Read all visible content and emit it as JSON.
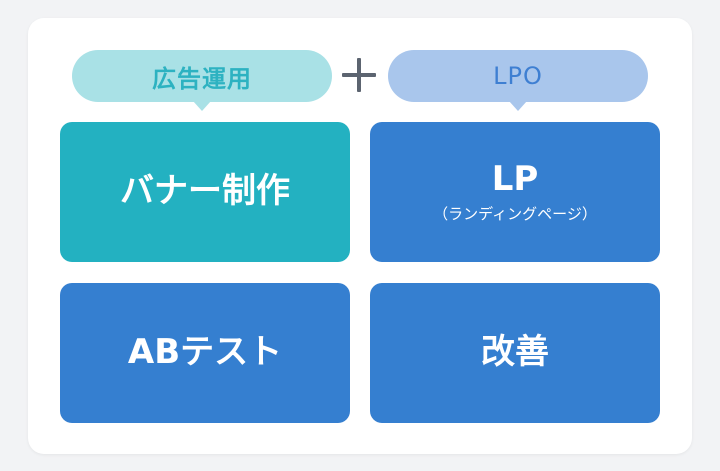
{
  "pills": {
    "left_label": "広告運用",
    "right_label": "LPO"
  },
  "operator": "plus-icon",
  "boxes": [
    {
      "title": "バナー制作",
      "subtitle": ""
    },
    {
      "title": "LP",
      "subtitle": "（ランディングページ）"
    },
    {
      "title": "ABテスト",
      "subtitle": ""
    },
    {
      "title": "改善",
      "subtitle": ""
    }
  ],
  "colors": {
    "teal": "#23b1c1",
    "teal_light": "#a9e1e6",
    "blue": "#357fd0",
    "blue_light": "#a9c6ec",
    "plus": "#5c6470"
  }
}
